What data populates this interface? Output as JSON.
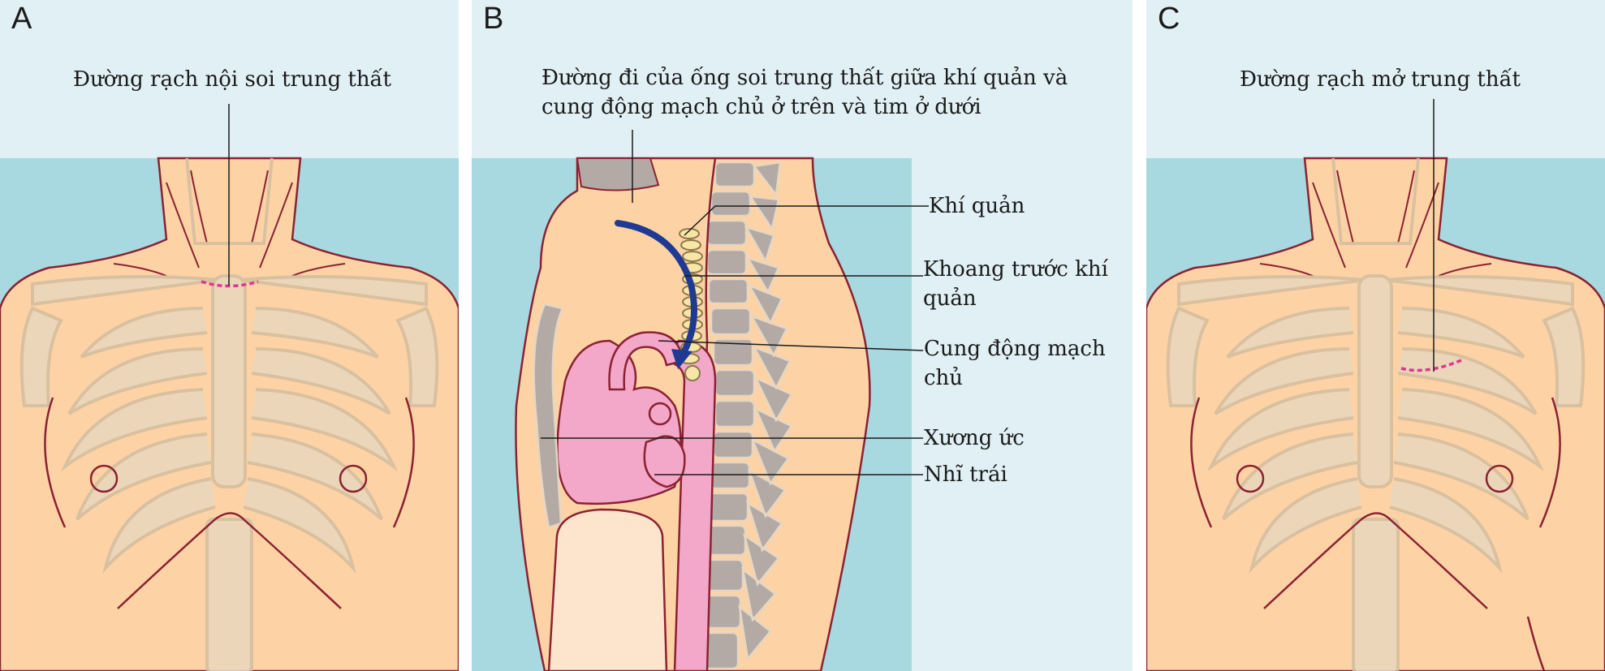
{
  "panels": [
    {
      "letter": "A",
      "caption": "Đường rạch nội soi trung thất"
    },
    {
      "letter": "B",
      "caption_line1": "Đường đi của ống soi trung thất giữa khí quản và",
      "caption_line2": "cung động mạch chủ ở trên và tim ở dưới"
    },
    {
      "letter": "C",
      "caption": "Đường rạch mở trung thất"
    }
  ],
  "labels_b": {
    "trachea": "Khí quản",
    "pretracheal_1": "Khoang trước khí",
    "pretracheal_2": "quản",
    "aortic_arch_1": "Cung động mạch",
    "aortic_arch_2": "chủ",
    "sternum": "Xương ức",
    "left_atrium": "Nhĩ trái"
  },
  "colors": {
    "sky": "#e1f0f5",
    "teal": "#a8d8e0",
    "skin": "#fdd3a6",
    "bone": "#ead7bd",
    "outline": "#8b2232",
    "incision": "#d93a8c",
    "arrow": "#1f3a93",
    "heart": "#f3a8ca",
    "vertebra": "#b3aaa6"
  }
}
